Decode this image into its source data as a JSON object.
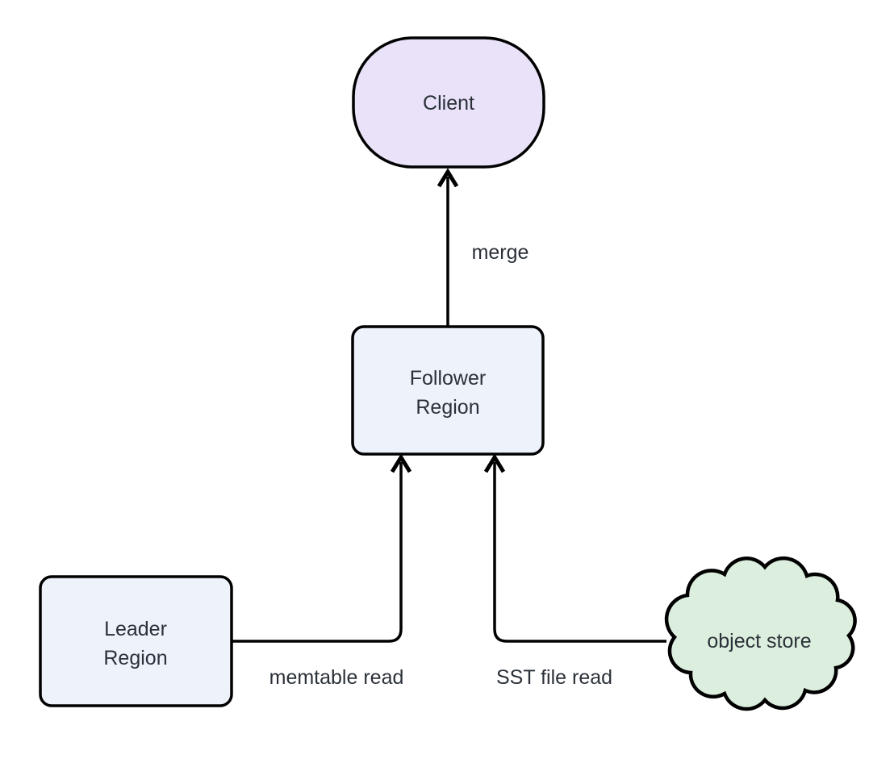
{
  "diagram": {
    "background_color": "#ffffff",
    "line_color": "#000000",
    "text_color": "#2b3139",
    "nodes": {
      "client": {
        "label": "Client",
        "shape": "stadium",
        "fill": "#e9e2f8"
      },
      "follower_region": {
        "label_line1": "Follower",
        "label_line2": "Region",
        "shape": "rounded-rect",
        "fill": "#edf2fb"
      },
      "leader_region": {
        "label_line1": "Leader",
        "label_line2": "Region",
        "shape": "rounded-rect",
        "fill": "#edf2fb"
      },
      "object_store": {
        "label": "object store",
        "shape": "cloud",
        "fill": "#dceede"
      }
    },
    "edges": [
      {
        "from": "follower_region",
        "to": "client",
        "label": "merge"
      },
      {
        "from": "leader_region",
        "to": "follower_region",
        "label": "memtable read"
      },
      {
        "from": "object_store",
        "to": "follower_region",
        "label": "SST file read"
      }
    ]
  }
}
